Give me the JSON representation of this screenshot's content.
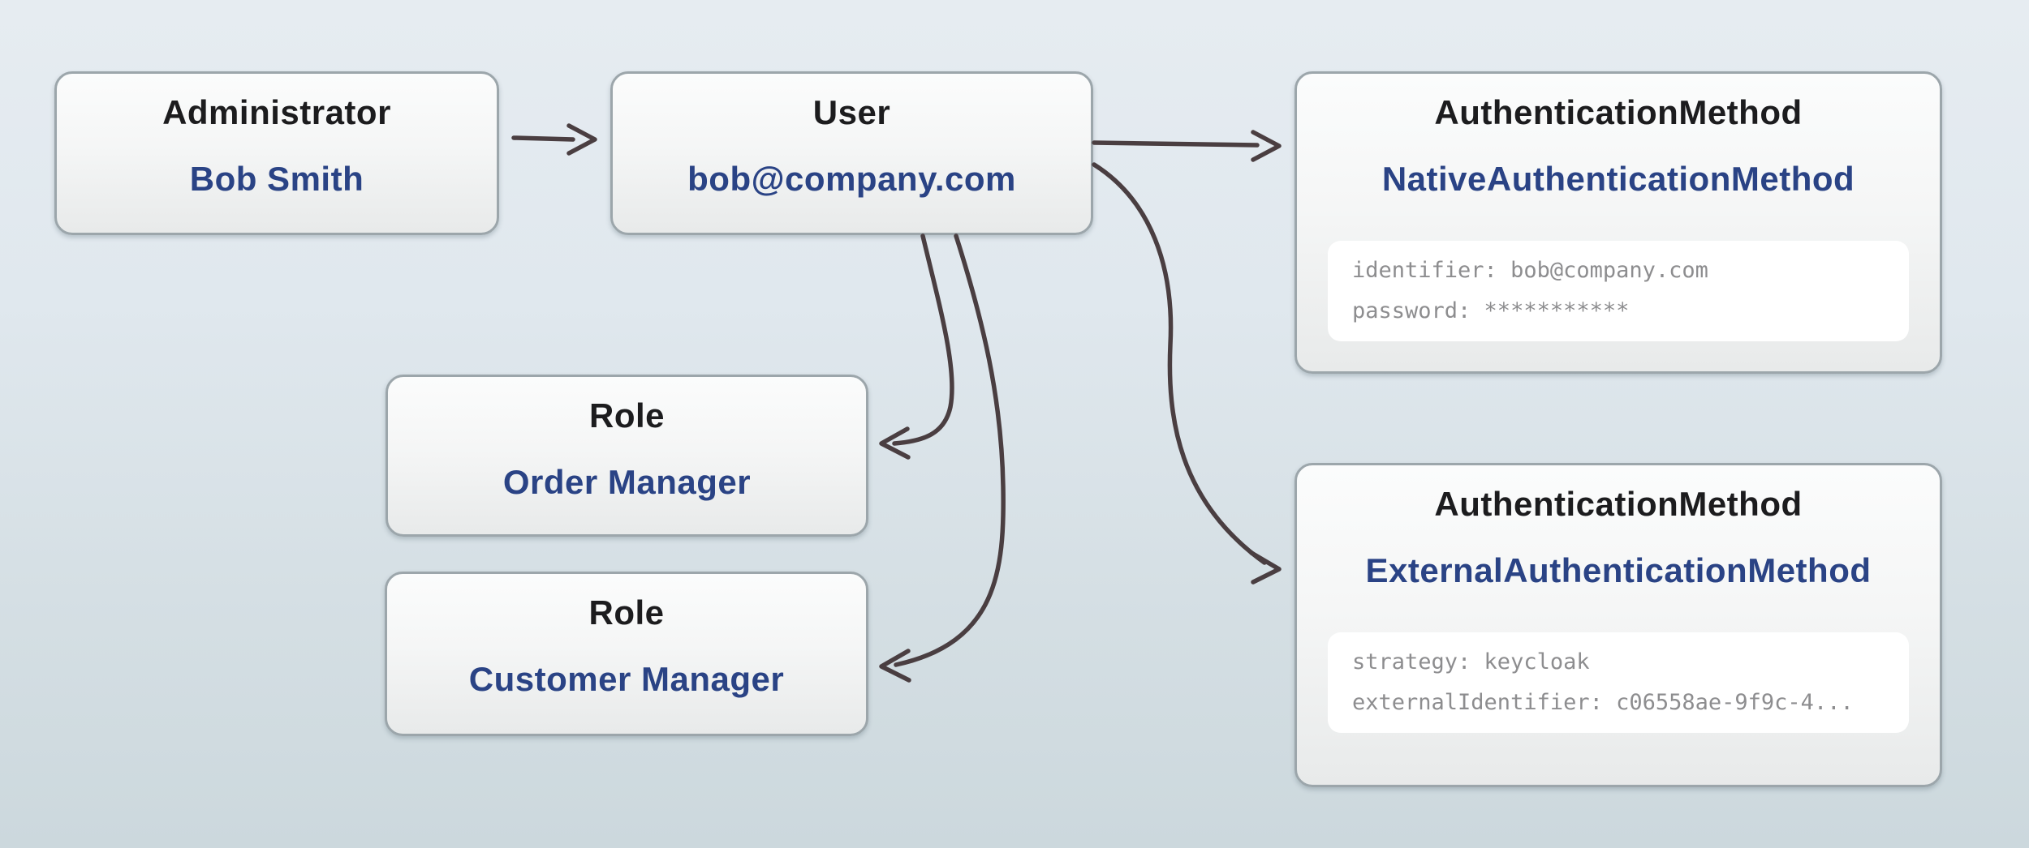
{
  "colors": {
    "background_top": "#e6ecf1",
    "background_bottom": "#ccd8dd",
    "node_border": "#9ca6ab",
    "entity_type_text": "#1c1c1e",
    "entity_name_text": "#2a4385",
    "attribute_text": "#8d8d8f",
    "arrow": "#4a3e41"
  },
  "nodes": {
    "administrator": {
      "type": "Administrator",
      "label": "Bob Smith"
    },
    "user": {
      "type": "User",
      "label": "bob@company.com"
    },
    "native_auth": {
      "type": "AuthenticationMethod",
      "label": "NativeAuthenticationMethod",
      "attributes": [
        "identifier: bob@company.com",
        "password: ***********"
      ]
    },
    "role_order": {
      "type": "Role",
      "label": "Order Manager"
    },
    "role_customer": {
      "type": "Role",
      "label": "Customer Manager"
    },
    "external_auth": {
      "type": "AuthenticationMethod",
      "label": "ExternalAuthenticationMethod",
      "attributes": [
        "strategy: keycloak",
        "externalIdentifier: c06558ae-9f9c-4..."
      ]
    }
  },
  "edges": [
    {
      "from": "administrator",
      "to": "user"
    },
    {
      "from": "user",
      "to": "native_auth"
    },
    {
      "from": "user",
      "to": "role_order"
    },
    {
      "from": "user",
      "to": "role_customer"
    },
    {
      "from": "user",
      "to": "external_auth"
    }
  ]
}
